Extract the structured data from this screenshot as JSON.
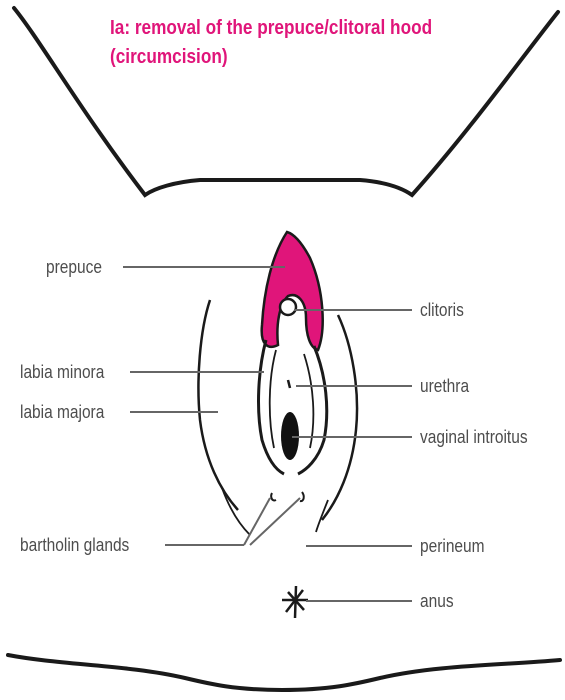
{
  "heading": {
    "prefix": "Ia:",
    "line1_rest": " removal of the prepuce/clitoral hood",
    "line2": "(circumcision)"
  },
  "labels": {
    "prepuce": "prepuce",
    "labia_minora": "labia minora",
    "labia_majora": "labia majora",
    "bartholin_glands": "bartholin glands",
    "clitoris": "clitoris",
    "urethra": "urethra",
    "vaginal_introitus": "vaginal introitus",
    "perineum": "perineum",
    "anus": "anus"
  },
  "colors": {
    "accent": "#e0157a",
    "line": "#1a1a1a",
    "label_text": "#4d4d4d",
    "leader": "#666666"
  }
}
